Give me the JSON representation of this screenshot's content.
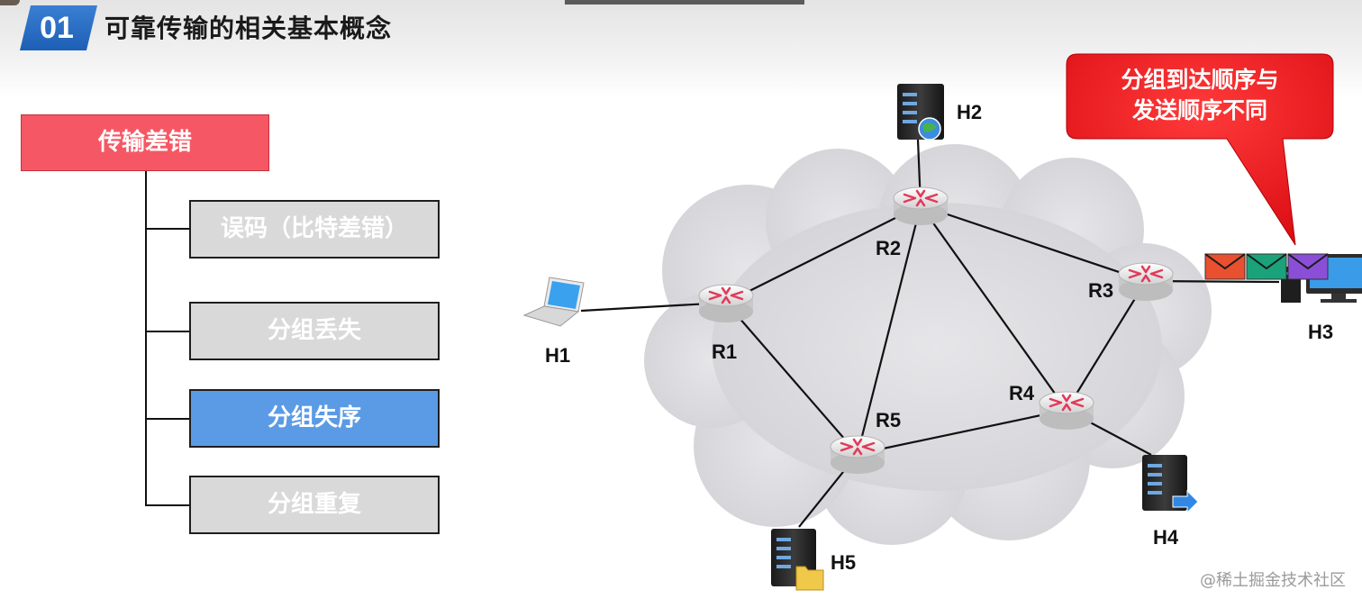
{
  "header": {
    "section_number": "01",
    "title": "可靠传输的相关基本概念"
  },
  "tree": {
    "root_label": "传输差错",
    "items": [
      {
        "label": "误码（比特差错）",
        "active": false
      },
      {
        "label": "分组丢失",
        "active": false
      },
      {
        "label": "分组失序",
        "active": true
      },
      {
        "label": "分组重复",
        "active": false
      }
    ]
  },
  "network": {
    "routers": [
      {
        "id": "R1",
        "label": "R1"
      },
      {
        "id": "R2",
        "label": "R2"
      },
      {
        "id": "R3",
        "label": "R3"
      },
      {
        "id": "R4",
        "label": "R4"
      },
      {
        "id": "R5",
        "label": "R5"
      }
    ],
    "hosts": [
      {
        "id": "H1",
        "label": "H1",
        "kind": "laptop"
      },
      {
        "id": "H2",
        "label": "H2",
        "kind": "server-globe"
      },
      {
        "id": "H3",
        "label": "H3",
        "kind": "desktop"
      },
      {
        "id": "H4",
        "label": "H4",
        "kind": "server-arrow"
      },
      {
        "id": "H5",
        "label": "H5",
        "kind": "server-folder"
      }
    ],
    "links": [
      [
        "R1",
        "R2"
      ],
      [
        "R1",
        "R5"
      ],
      [
        "R2",
        "R5"
      ],
      [
        "R2",
        "R3"
      ],
      [
        "R2",
        "R4"
      ],
      [
        "R3",
        "R4"
      ],
      [
        "R4",
        "R5"
      ],
      [
        "H1",
        "R1"
      ],
      [
        "H2",
        "R2"
      ],
      [
        "H3",
        "R3"
      ],
      [
        "H4",
        "R4"
      ],
      [
        "H5",
        "R5"
      ]
    ],
    "packets": [
      {
        "color": "#e8502f"
      },
      {
        "color": "#1aa37a"
      },
      {
        "color": "#8a4fd6"
      }
    ]
  },
  "callout": {
    "line1": "分组到达顺序与",
    "line2": "发送顺序不同",
    "color": "#e8141b"
  },
  "watermark": "@稀土掘金技术社区"
}
